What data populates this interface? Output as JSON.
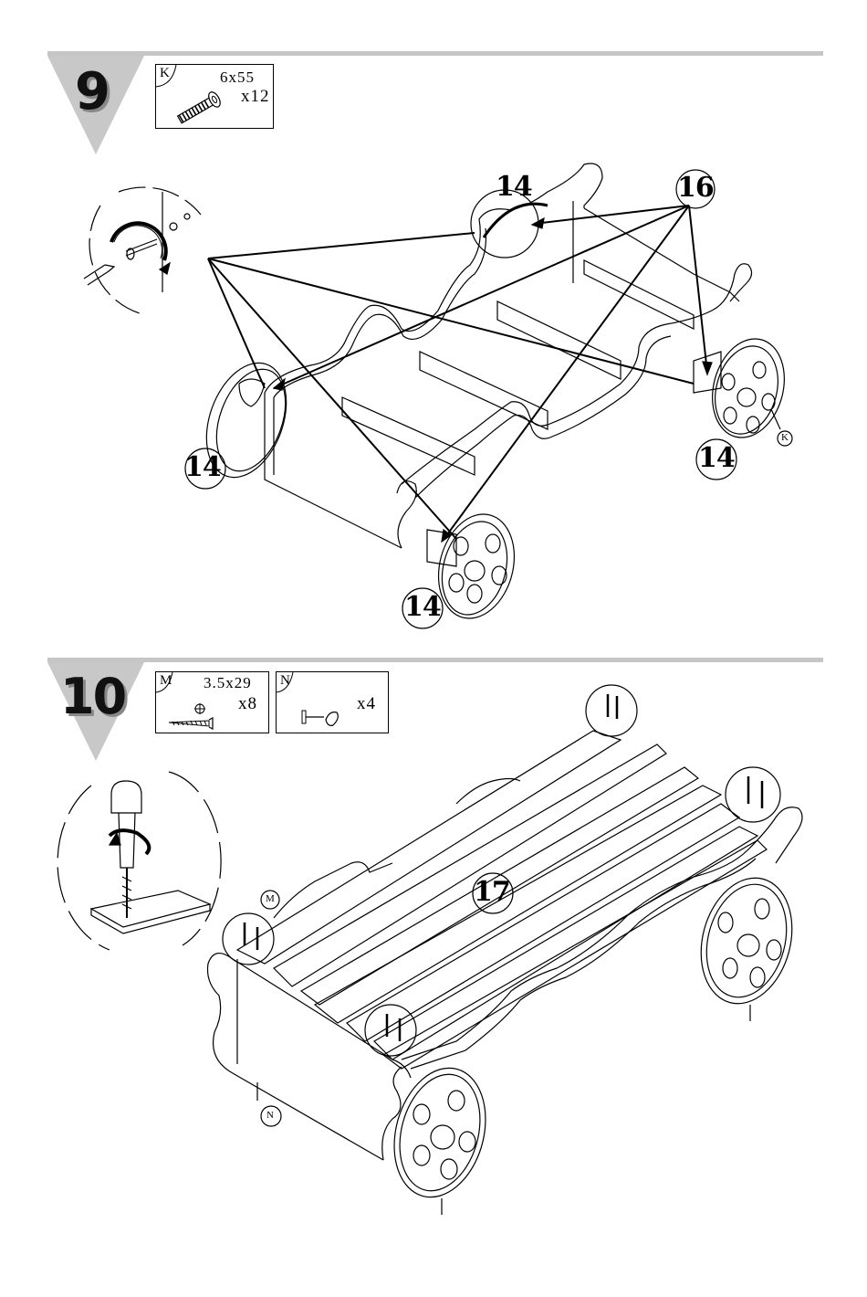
{
  "steps": [
    {
      "number": "9",
      "parts": [
        {
          "letter": "K",
          "size": "6x55",
          "qty": "x12"
        }
      ],
      "callouts": [
        "14",
        "16",
        "14",
        "14",
        "14"
      ],
      "fastener_label": "K"
    },
    {
      "number": "10",
      "parts": [
        {
          "letter": "M",
          "size": "3.5x29",
          "qty": "x8"
        },
        {
          "letter": "N",
          "size": "",
          "qty": "x4"
        }
      ],
      "callouts": [
        "17"
      ],
      "fastener_labels": [
        "M",
        "N"
      ]
    }
  ],
  "colors": {
    "rule": "#c6c6c6",
    "step_triangle": "#c8c8c8",
    "line": "#000000"
  },
  "icons": [
    "screw-icon",
    "wood-screw-icon",
    "cam-bolt-icon",
    "screwdriver-detail-icon"
  ]
}
